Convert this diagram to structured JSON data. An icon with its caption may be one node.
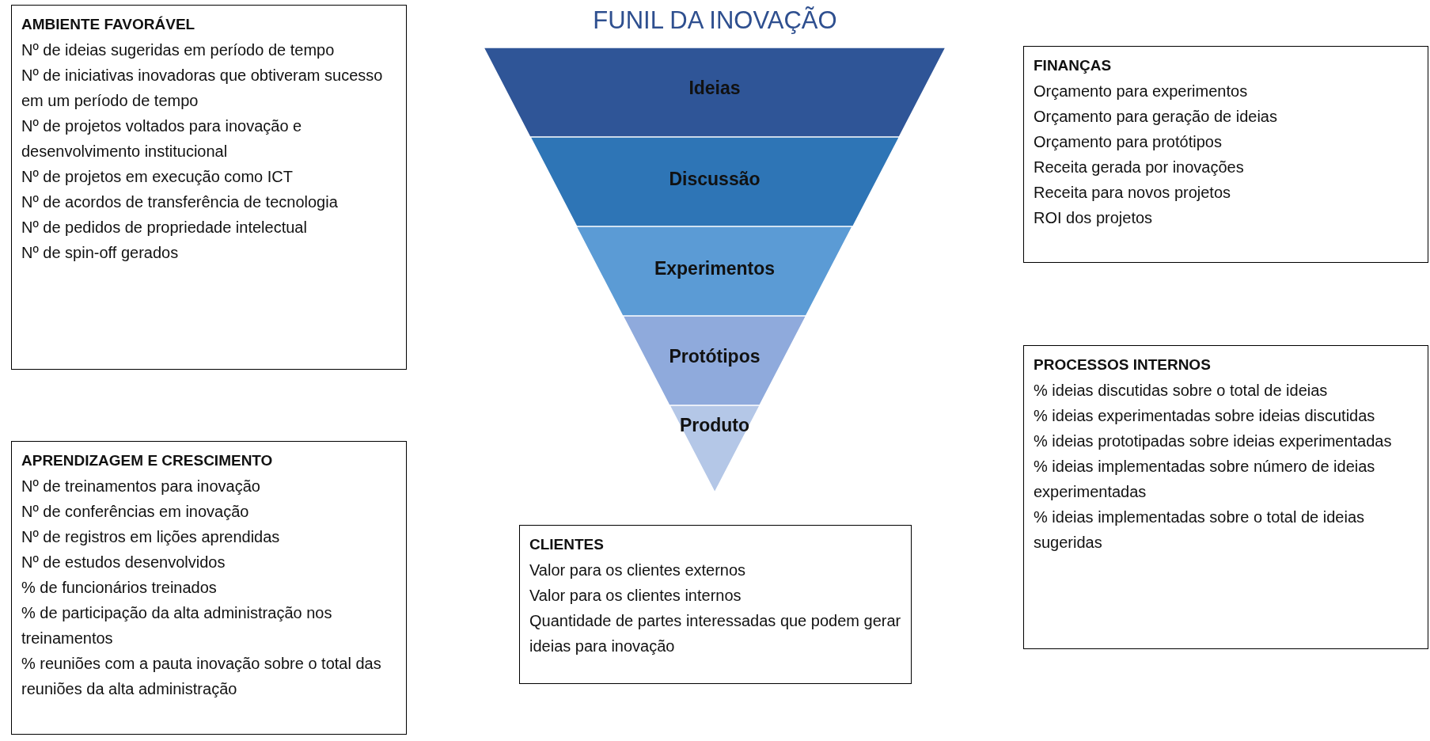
{
  "diagram": {
    "title": "FUNIL DA INOVAÇÃO",
    "nodes": [
      {
        "text": [
          "AMBIENTE FAVORÁVEL",
          "Nº de ideias sugeridas em período de tempo",
          "Nº de iniciativas inovadoras que obtiveram sucesso em um período de tempo",
          "Nº de projetos voltados para inovação e desenvolvimento institucional",
          "Nº de projetos em execução como ICT",
          "Nº de acordos de transferência de tecnologia",
          "Nº de pedidos de propriedade intelectual",
          "Nº de spin-off gerados"
        ]
      },
      {
        "text": [
          "Ideias"
        ]
      },
      {
        "text": [
          "Discussão"
        ]
      },
      {
        "text": [
          "Experimentos"
        ]
      },
      {
        "text": [
          "Protótipos"
        ]
      },
      {
        "text": [
          "Produto"
        ]
      },
      {
        "text": [
          "FINANÇAS",
          "Orçamento para experimentos",
          "Orçamento para geração de ideias",
          "Orçamento para protótipos",
          "Receita gerada por inovações",
          "Receita para novos projetos",
          "ROI dos projetos"
        ]
      },
      {
        "text": [
          "PROCESSOS INTERNOS",
          "% ideias discutidas sobre o total de ideias",
          "% ideias experimentadas sobre ideias discutidas",
          "% ideias prototipadas sobre ideias experimentadas",
          "% ideias implementadas sobre número de ideias experimentadas",
          "% ideias implementadas sobre o total de ideias sugeridas"
        ]
      },
      {
        "text": [
          "APRENDIZAGEM E CRESCIMENTO",
          "Nº de treinamentos para inovação",
          "Nº de conferências em inovação",
          "Nº de registros em lições aprendidas",
          "Nº de estudos desenvolvidos",
          "% de funcionários treinados",
          "% de participação da alta administração nos treinamentos",
          "% reuniões com a pauta inovação sobre o total das reuniões da alta administração"
        ]
      },
      {
        "text": [
          "CLIENTES",
          "Valor para os clientes externos",
          "Valor para os clientes internos",
          "Quantidade de partes interessadas que podem gerar ideias para inovação"
        ]
      }
    ]
  }
}
